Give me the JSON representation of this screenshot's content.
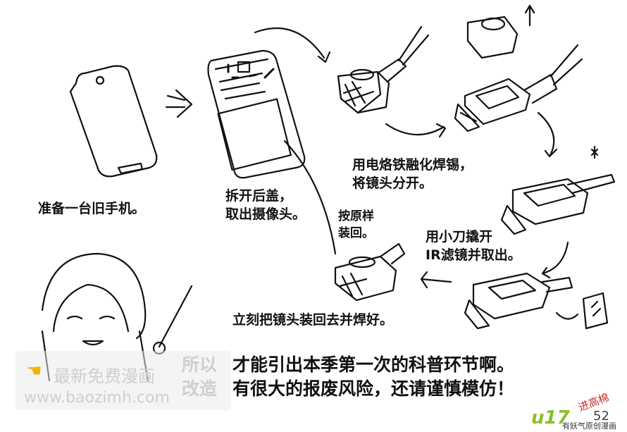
{
  "captions": {
    "step1": "准备一台旧手机。",
    "step2_line1": "拆开后盖，",
    "step2_line2": "取出摄像头。",
    "step3_line1": "用电烙铁融化焊锡，",
    "step3_line2": "将镜头分开。",
    "step4_line1": "用小刀撬开",
    "step4_line2": "IR滤镜并取出。",
    "step5_line1": "按原样",
    "step5_line2": "装回。",
    "step6": "立刻把镜头装回去并焊好。"
  },
  "bottom_text": {
    "line1_lead": "所以",
    "line1": "才能引出本季第一次的科普环节啊。",
    "line2_lead": "改造",
    "line2": "有很大的报废风险，还请谨慎模仿！"
  },
  "watermark": {
    "line1": "最新免费漫画",
    "line2": "www.baozimh.com"
  },
  "branding": {
    "logo": "u17",
    "logo_sub": "有妖气原创漫画",
    "signature": "进高棉",
    "page_number": "52"
  }
}
